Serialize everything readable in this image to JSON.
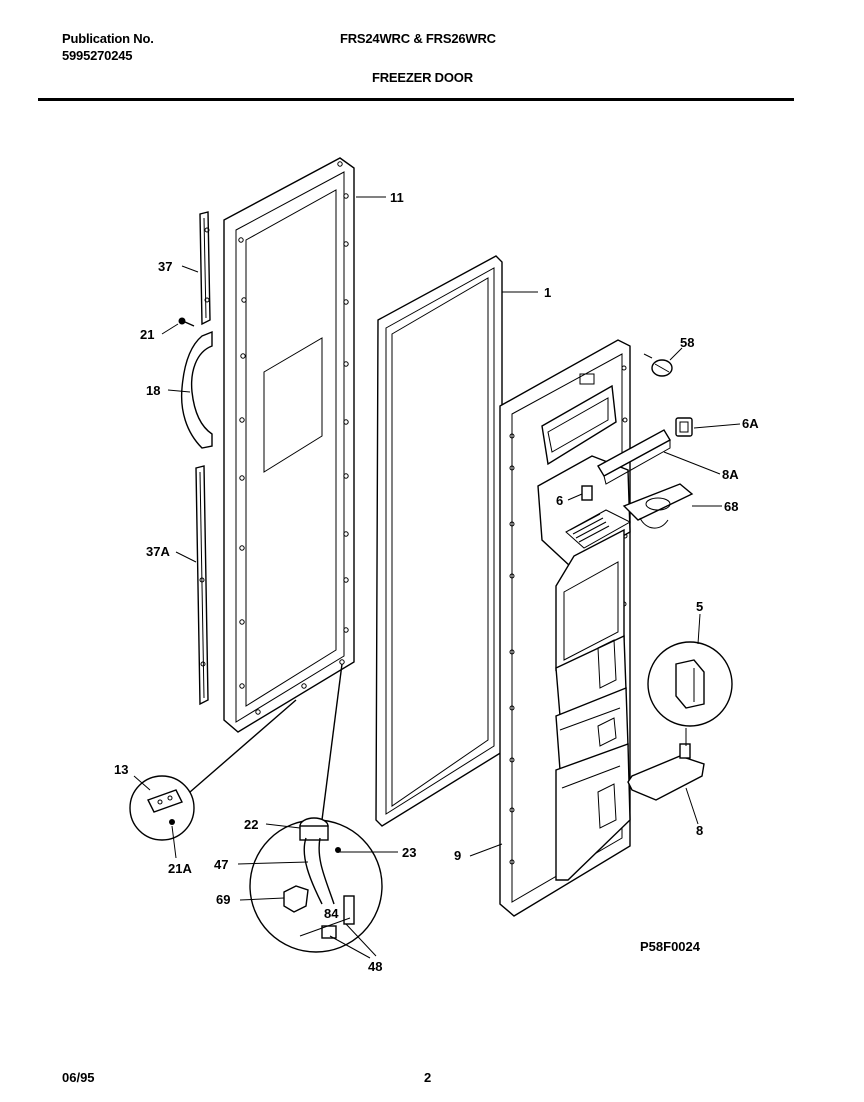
{
  "header": {
    "publication_label": "Publication No.",
    "publication_number": "5995270245",
    "models": "FRS24WRC & FRS26WRC",
    "section_title": "FREEZER DOOR"
  },
  "diagram": {
    "figure_code": "P58F0024",
    "callouts": [
      "11",
      "37",
      "21",
      "18",
      "37A",
      "1",
      "58",
      "6A",
      "8A",
      "6",
      "68",
      "5",
      "13",
      "21A",
      "22",
      "47",
      "69",
      "84",
      "48",
      "23",
      "9",
      "8"
    ]
  },
  "footer": {
    "date": "06/95",
    "page": "2"
  }
}
